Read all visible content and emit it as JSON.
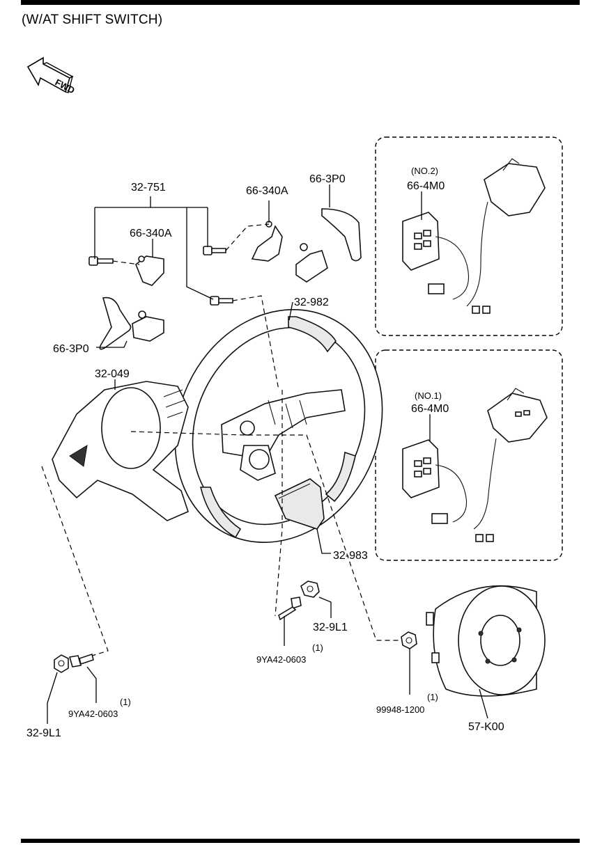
{
  "title": "(W/AT SHIFT SWITCH)",
  "fwd_label": "FWD",
  "parts": {
    "bolt_group": "32-751",
    "bracket_upper": "66-340A",
    "bracket_lower": "66-340A",
    "paddle_upper": "66-3P0",
    "paddle_lower": "66-3P0",
    "wheel": "32-982",
    "cover_left": "32-049",
    "cover_lower": "32-983",
    "switch_no2_tag": "(NO.2)",
    "switch_no2": "66-4M0",
    "switch_no1_tag": "(NO.1)",
    "switch_no1": "66-4M0",
    "nut_center": "32-9L1",
    "bolt_center_qty": "(1)",
    "bolt_center": "9YA42-0603",
    "nut_left": "32-9L1",
    "bolt_left_qty": "(1)",
    "bolt_left": "9YA42-0603",
    "nut_airbag_qty": "(1)",
    "nut_airbag": "99948-1200",
    "airbag": "57-K00"
  }
}
